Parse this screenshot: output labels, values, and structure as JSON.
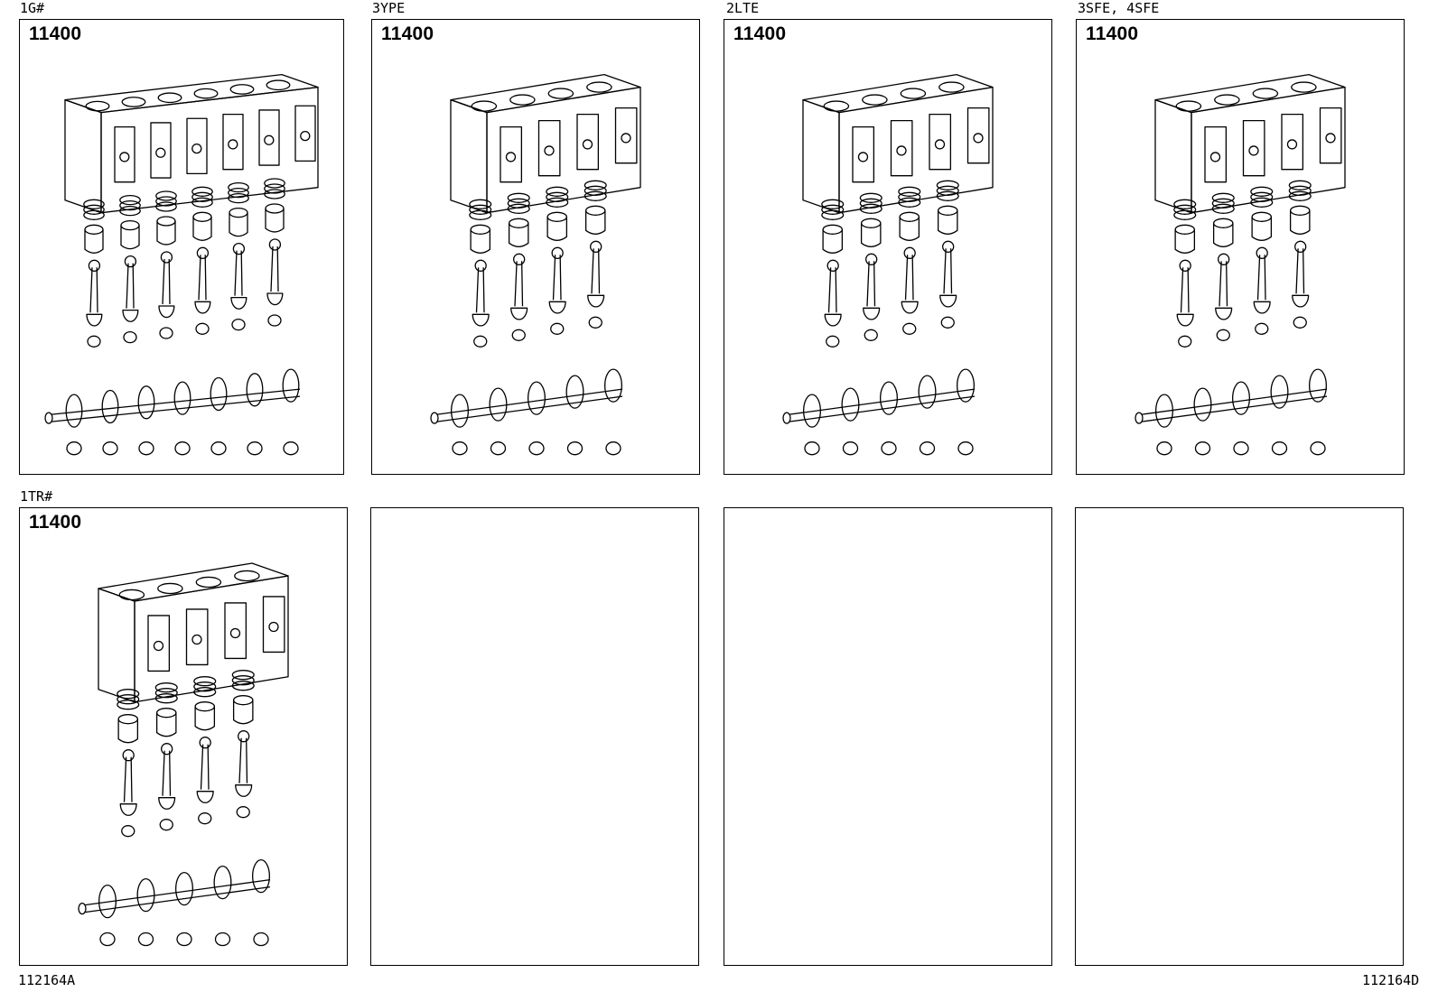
{
  "panels": [
    {
      "engine": "1G#",
      "part_number": "11400"
    },
    {
      "engine": "3YPE",
      "part_number": "11400"
    },
    {
      "engine": "2LTE",
      "part_number": "11400"
    },
    {
      "engine": "3SFE, 4SFE",
      "part_number": "11400"
    },
    {
      "engine": "1TR#",
      "part_number": "11400"
    },
    {
      "engine": "",
      "part_number": ""
    },
    {
      "engine": "",
      "part_number": ""
    },
    {
      "engine": "",
      "part_number": ""
    }
  ],
  "footer": {
    "left_code": "112164A",
    "right_code": "112164D"
  },
  "illustrations": [
    {
      "name": "engine-block-1g-icon",
      "cylinders": 6
    },
    {
      "name": "engine-block-3ype-icon",
      "cylinders": 4
    },
    {
      "name": "engine-block-2lte-icon",
      "cylinders": 4
    },
    {
      "name": "engine-block-3sfe-4sfe-icon",
      "cylinders": 4
    },
    {
      "name": "engine-block-1tr-icon",
      "cylinders": 4
    }
  ],
  "colors": {
    "line": "#000000",
    "background": "#ffffff"
  }
}
